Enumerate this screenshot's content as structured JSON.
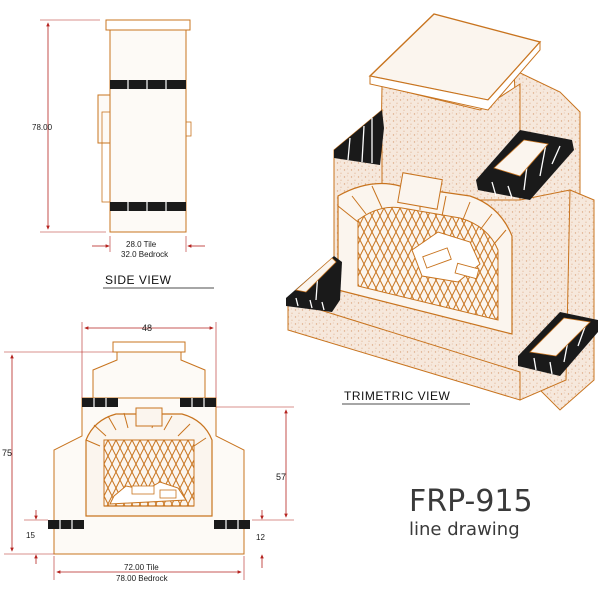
{
  "colors": {
    "outline": "#c8741f",
    "dimension": "#b5231f",
    "stucco": "#f4e4d7",
    "speckle": "#dca883",
    "tile": "#1a1a1a",
    "text": "#3a3a3a"
  },
  "side_view": {
    "label": "SIDE VIEW",
    "height_dim": "78.00",
    "width_dim_tile": "28.0  Tile",
    "width_dim_bedrock": "32.0  Bedrock"
  },
  "front_view": {
    "top_width_dim": "48",
    "overall_height_dim": "75",
    "opening_height_dim": "57",
    "left_low_dim": "15",
    "right_low_dim": "12",
    "width_dim_tile": "72.00  Tile",
    "width_dim_bedrock": "78.00  Bedrock"
  },
  "trimetric_view": {
    "label": "TRIMETRIC VIEW"
  },
  "product": {
    "model": "FRP-915",
    "subtitle": "line drawing"
  }
}
